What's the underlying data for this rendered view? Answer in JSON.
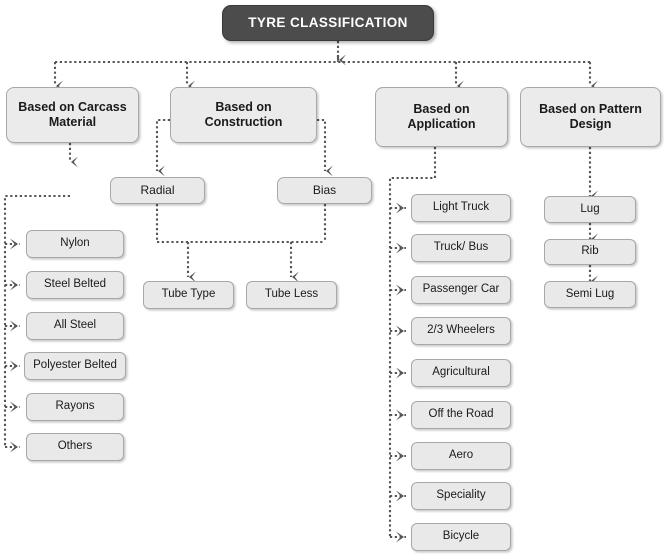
{
  "diagram": {
    "title": "TYRE CLASSIFICATION",
    "type": "tree-hierarchy-flowchart",
    "colors": {
      "root_fill": "#4c4c4c",
      "root_text": "#ffffff",
      "node_fill": "#e9e9e9",
      "node_border": "#a8a8a8",
      "node_text": "#1a1a1a",
      "connector": "#555555",
      "background": "#ffffff"
    },
    "root": {
      "label": "TYRE CLASSIFICATION"
    },
    "categories": [
      {
        "id": "carcass",
        "label": "Based on Carcass\nMaterial"
      },
      {
        "id": "construction",
        "label": "Based on\nConstruction"
      },
      {
        "id": "application",
        "label": "Based on\nApplication"
      },
      {
        "id": "pattern",
        "label": "Based on Pattern\nDesign"
      }
    ],
    "carcass_items": [
      {
        "label": "Nylon"
      },
      {
        "label": "Steel Belted"
      },
      {
        "label": "All Steel"
      },
      {
        "label": "Polyester Belted"
      },
      {
        "label": "Rayons"
      },
      {
        "label": "Others"
      }
    ],
    "construction_items": [
      {
        "label": "Radial"
      },
      {
        "label": "Bias"
      }
    ],
    "construction_sub_items": [
      {
        "label": "Tube Type"
      },
      {
        "label": "Tube Less"
      }
    ],
    "application_items": [
      {
        "label": "Light Truck"
      },
      {
        "label": "Truck/ Bus"
      },
      {
        "label": "Passenger Car"
      },
      {
        "label": "2/3 Wheelers"
      },
      {
        "label": "Agricultural"
      },
      {
        "label": "Off the Road"
      },
      {
        "label": "Aero"
      },
      {
        "label": "Speciality"
      },
      {
        "label": "Bicycle"
      }
    ],
    "pattern_items": [
      {
        "label": "Lug"
      },
      {
        "label": "Rib"
      },
      {
        "label": "Semi Lug"
      }
    ]
  }
}
